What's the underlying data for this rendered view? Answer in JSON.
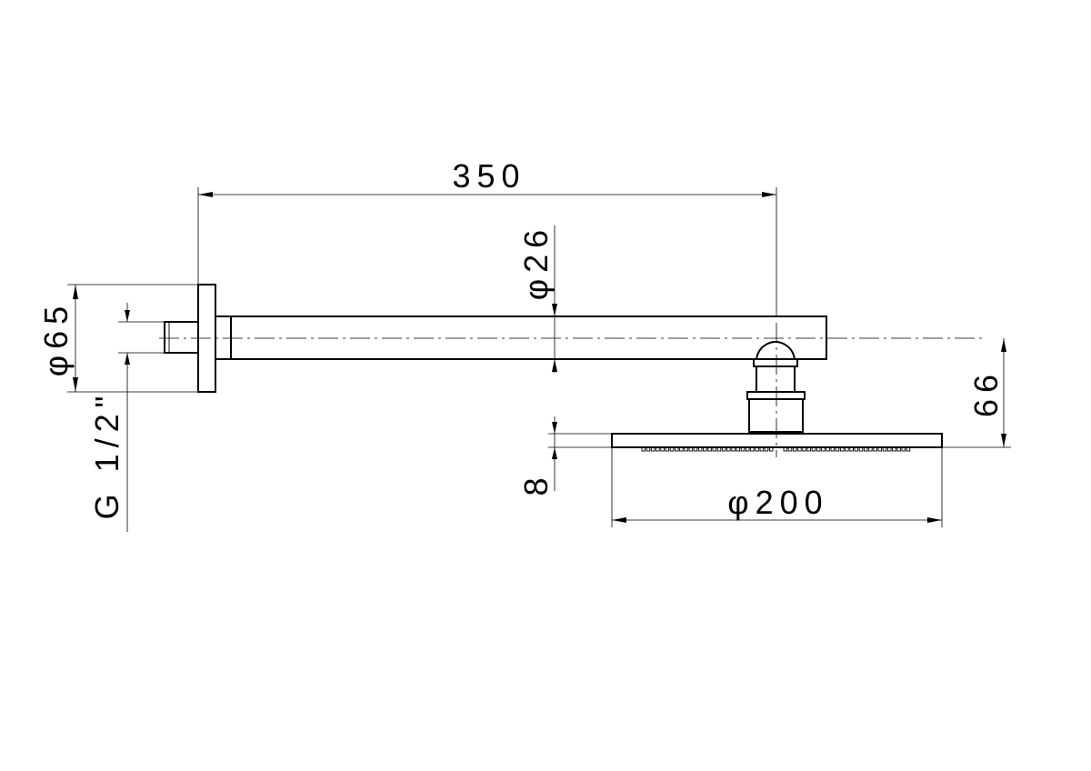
{
  "dimensions": {
    "arm_length": "350",
    "arm_diameter": "φ26",
    "flange_diameter": "φ65",
    "thread": "G 1/2\"",
    "head_height": "66",
    "head_thickness": "8",
    "head_diameter": "φ200"
  }
}
